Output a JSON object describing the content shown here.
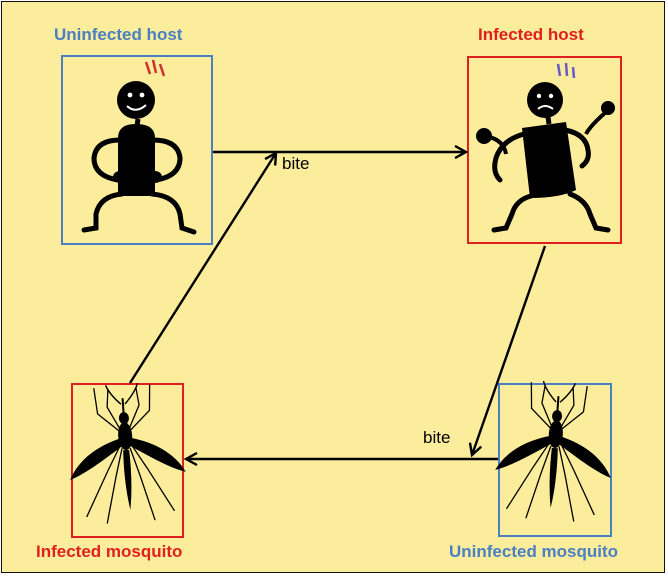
{
  "labels": {
    "uninfected_host": "Uninfected host",
    "infected_host": "Infected host",
    "infected_mosquito": "Infected mosquito",
    "uninfected_mosquito": "Uninfected mosquito",
    "bite_top": "bite",
    "bite_bottom": "bite"
  },
  "colors": {
    "background": "#fbed9b",
    "uninfected": "#4a7fc1",
    "infected": "#e02020",
    "figure": "#000000"
  }
}
